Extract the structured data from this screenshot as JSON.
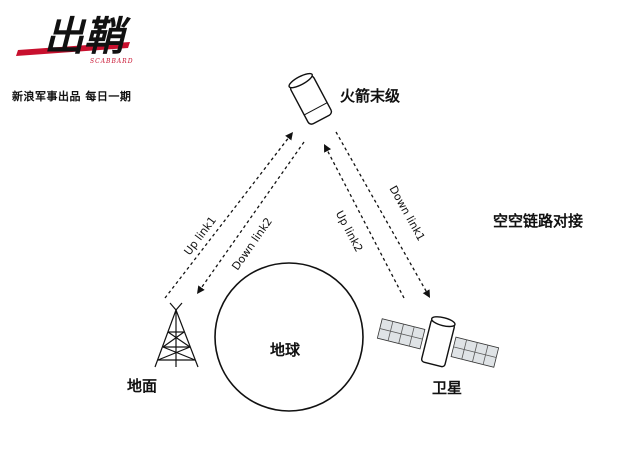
{
  "logo": {
    "main": "出鞘",
    "sub": "SCABBARD",
    "tagline": "新浪军事出品 每日一期"
  },
  "diagram": {
    "title": "空空链路对接",
    "nodes": {
      "rocket": "火箭末级",
      "earth": "地球",
      "ground": "地面",
      "satellite": "卫星"
    },
    "links": {
      "left_up": "Up link1",
      "left_down": "Down link2",
      "right_up": "Up link2",
      "right_down": "Down link1"
    }
  }
}
